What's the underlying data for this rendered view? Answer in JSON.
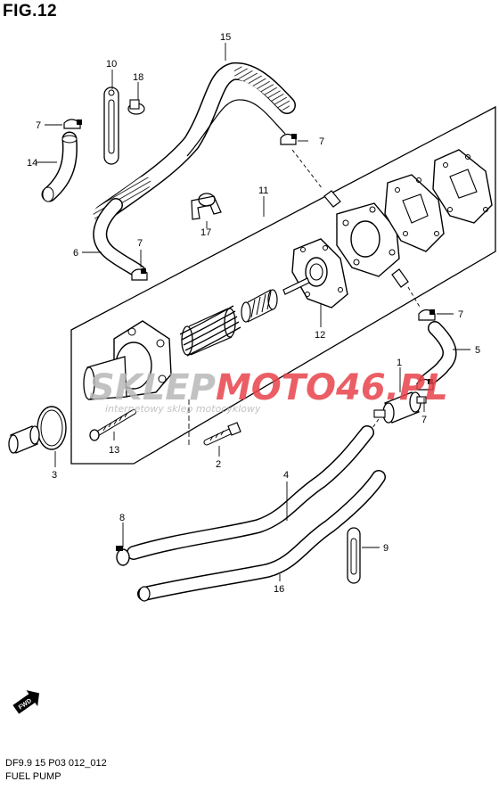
{
  "figure": {
    "title": "FIG.12",
    "model_code": "DF9.9 15 P03 012_012",
    "name": "FUEL PUMP"
  },
  "watermark": {
    "brand_left": "SKLEP",
    "brand_mid": "MOTO",
    "brand_right": "46.PL",
    "tagline": "internetowy sklep motocyklowy",
    "accent_color": "#e8434b",
    "gray_color": "#b8b8b8"
  },
  "direction_marker": {
    "label": "FWD",
    "icon": "fwd-arrow-icon"
  },
  "callouts": [
    {
      "id": "c15",
      "label": "15"
    },
    {
      "id": "c10",
      "label": "10"
    },
    {
      "id": "c18",
      "label": "18"
    },
    {
      "id": "c7a",
      "label": "7"
    },
    {
      "id": "c7b",
      "label": "7"
    },
    {
      "id": "c14",
      "label": "14"
    },
    {
      "id": "c11",
      "label": "11"
    },
    {
      "id": "c17",
      "label": "17"
    },
    {
      "id": "c6",
      "label": "6"
    },
    {
      "id": "c7c",
      "label": "7"
    },
    {
      "id": "c7d",
      "label": "7"
    },
    {
      "id": "c12",
      "label": "12"
    },
    {
      "id": "c5",
      "label": "5"
    },
    {
      "id": "c1",
      "label": "1"
    },
    {
      "id": "c7e",
      "label": "7"
    },
    {
      "id": "c3",
      "label": "3"
    },
    {
      "id": "c13",
      "label": "13"
    },
    {
      "id": "c2",
      "label": "2"
    },
    {
      "id": "c4",
      "label": "4"
    },
    {
      "id": "c8",
      "label": "8"
    },
    {
      "id": "c9",
      "label": "9"
    },
    {
      "id": "c16",
      "label": "16"
    }
  ]
}
